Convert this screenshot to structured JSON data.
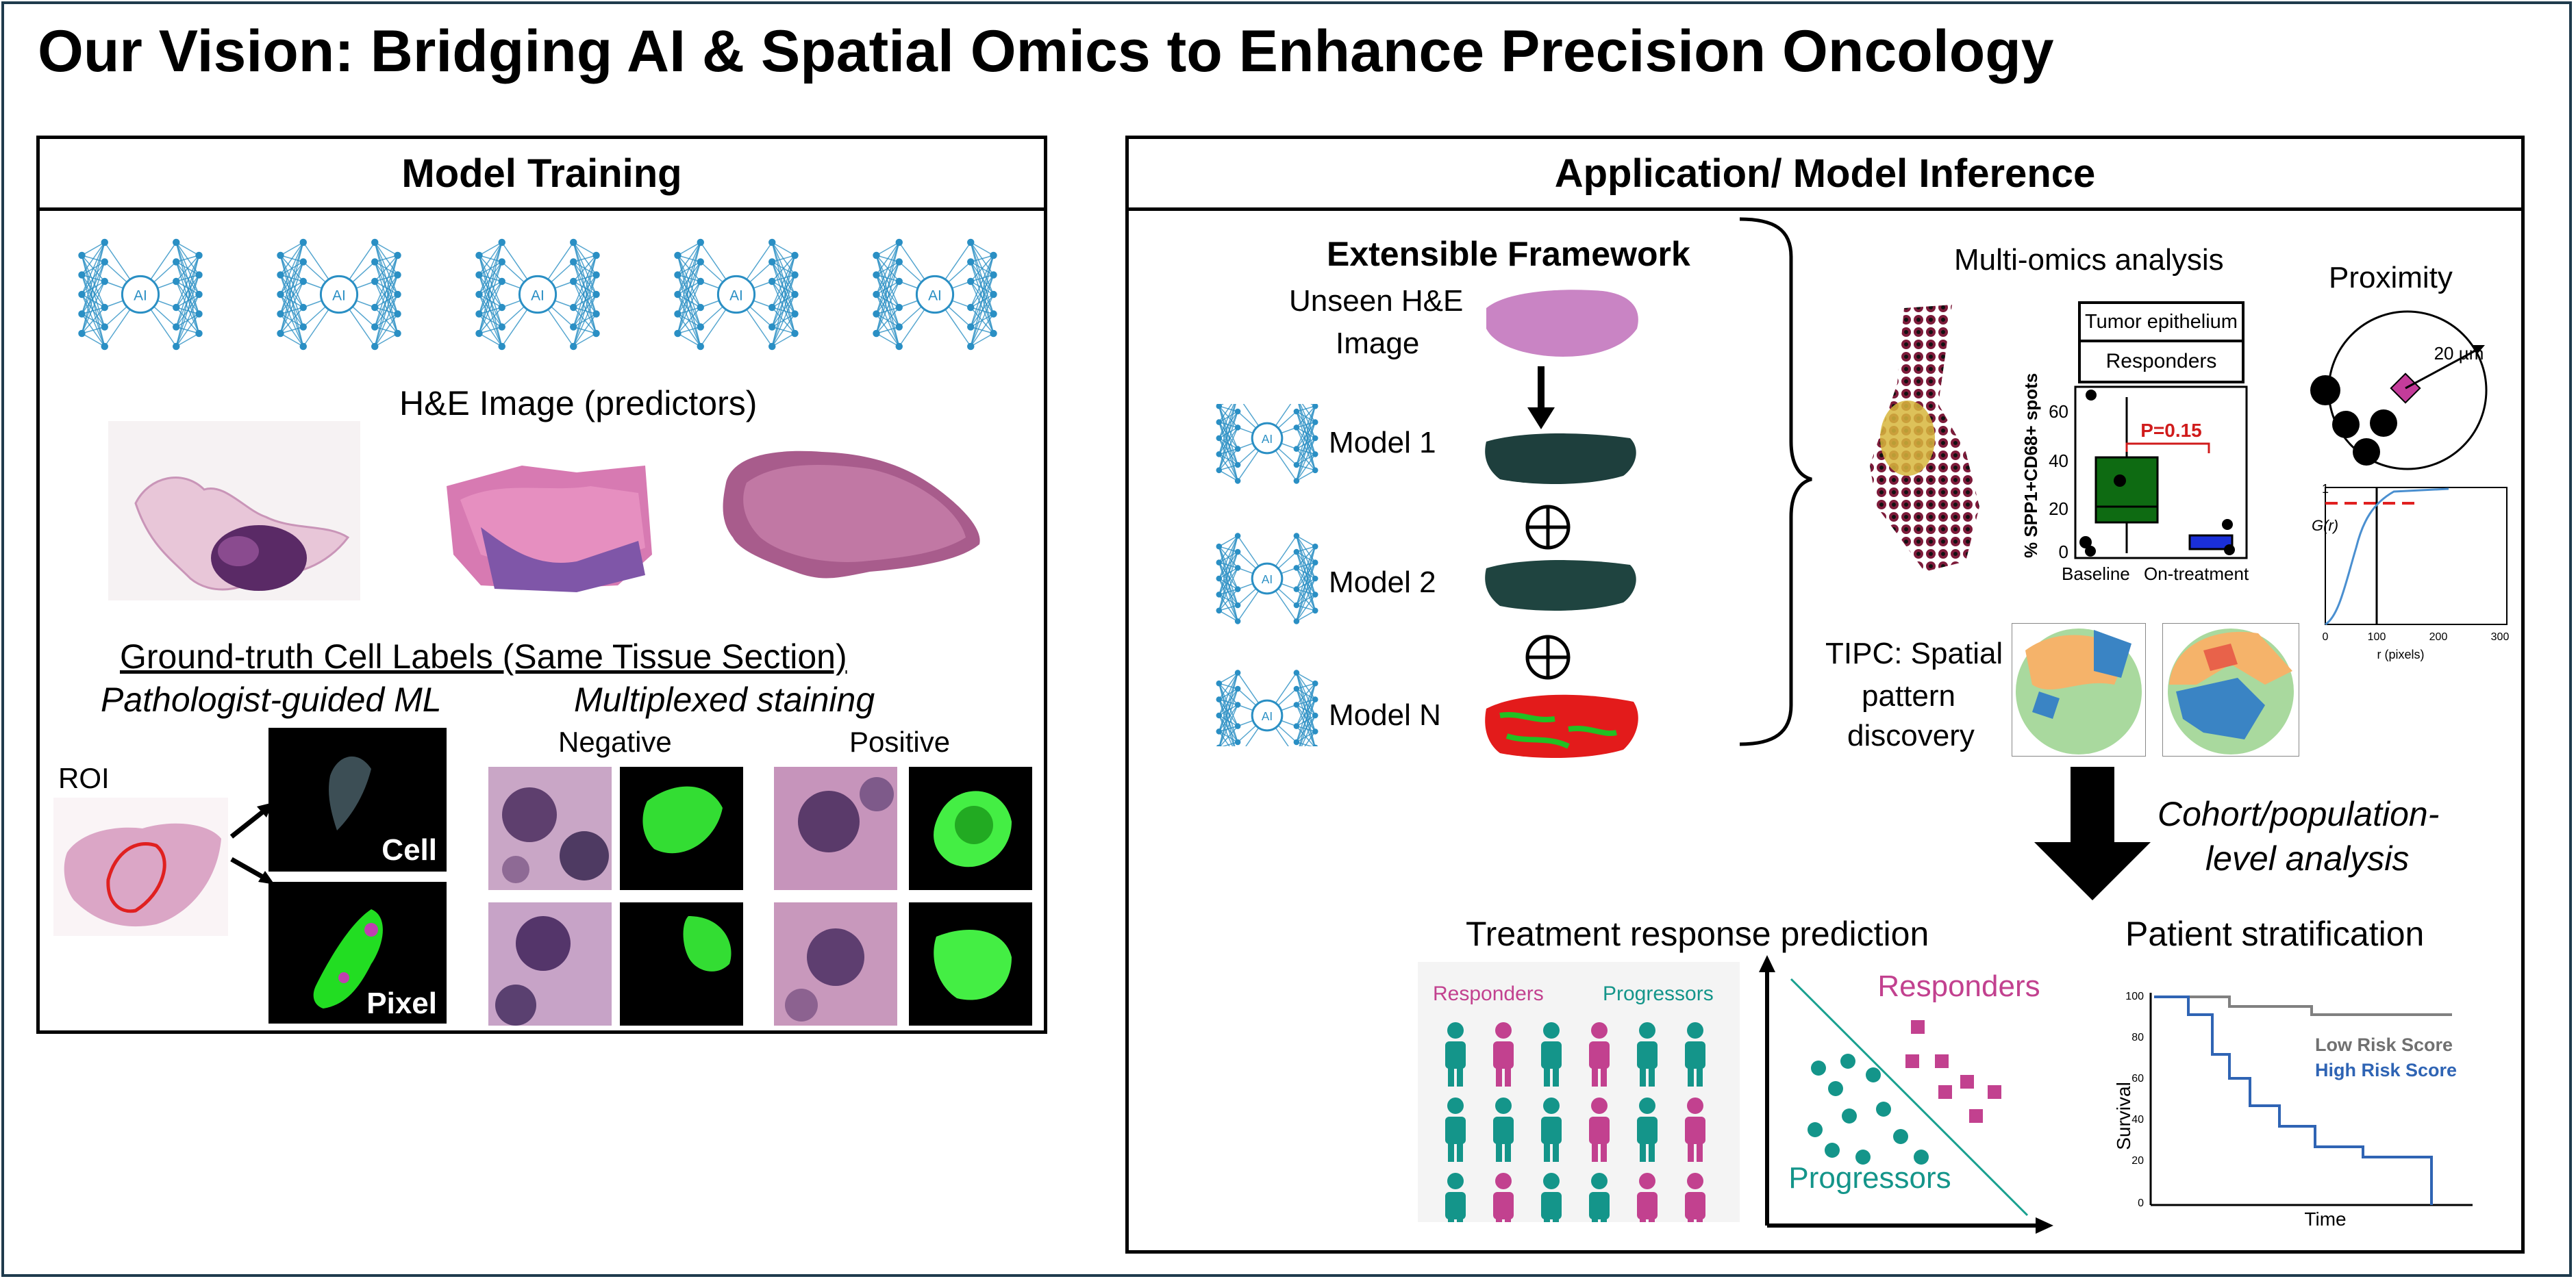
{
  "title": "Our Vision: Bridging AI & Spatial Omics to Enhance Precision Oncology",
  "left": {
    "header": "Model Training",
    "network_icon_label": "AI",
    "he_label": "H&E Image (predictors)",
    "ground_truth": "Ground-truth Cell Labels  (Same Tissue Section)",
    "pathologist": "Pathologist-guided ML",
    "multiplexed": "Multiplexed staining",
    "roi": "ROI",
    "cell": "Cell",
    "pixel": "Pixel",
    "negative": "Negative",
    "positive": "Positive"
  },
  "right": {
    "header": "Application/ Model Inference",
    "framework": "Extensible Framework",
    "unseen_line1": "Unseen H&E",
    "unseen_line2": "Image",
    "model1": "Model 1",
    "model2": "Model 2",
    "modelN": "Model N",
    "multiomics": "Multi-omics analysis",
    "box_tumor": "Tumor epithelium",
    "box_responders": "Responders",
    "pvalue": "P=0.15",
    "yaxis": "% SPP1+CD68+ spots",
    "yticks": [
      "60",
      "40",
      "20",
      "0"
    ],
    "xcats": [
      "Baseline",
      "On-treatment"
    ],
    "proximity": "Proximity",
    "radius": "20 µm",
    "g_label": "G(r)",
    "g_ytick": "1",
    "g_xticks": [
      "0",
      "100",
      "200",
      "300"
    ],
    "g_xlabel": "r (pixels)",
    "tipc1": "TIPC: Spatial",
    "tipc2": "pattern",
    "tipc3": "discovery",
    "cohort1": "Cohort/population-",
    "cohort2": "level analysis",
    "treatment": "Treatment response prediction",
    "stratification": "Patient stratification",
    "responders": "Responders",
    "progressors": "Progressors",
    "scatter_responders": "Responders",
    "scatter_progressors": "Progressors",
    "low_risk": "Low Risk Score",
    "high_risk": "High Risk Score",
    "survival": "Survival",
    "time": "Time",
    "km_yticks": [
      "100",
      "80",
      "60",
      "40",
      "20",
      "0"
    ]
  },
  "colors": {
    "teal": "#14958a",
    "magenta": "#c2418f",
    "network": "#2a8fc4",
    "blue_km": "#2f64b4",
    "gray_km": "#808080",
    "red": "#d01c1c"
  }
}
